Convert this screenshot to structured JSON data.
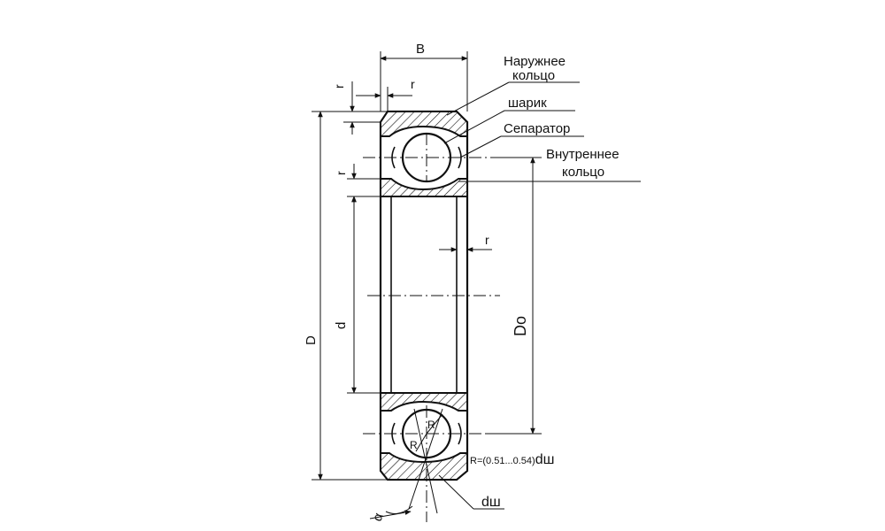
{
  "diagram": {
    "callouts": {
      "outer_ring_line1": "Наружнее",
      "outer_ring_line2": "кольцо",
      "ball": "шарик",
      "separator": "Сепаратор",
      "inner_ring_line1": "Внутреннее",
      "inner_ring_line2": "кольцо"
    },
    "dimensions": {
      "width": "B",
      "outer_diameter": "D",
      "bore_diameter": "d",
      "pitch_diameter": "Do",
      "chamfer": "r",
      "ball_diameter": "dш",
      "contact_angle": "α",
      "groove_radius_label": "R",
      "groove_radius_formula_prefix": "R=(0.51...0.54)",
      "groove_radius_formula_suffix": "dш"
    }
  }
}
